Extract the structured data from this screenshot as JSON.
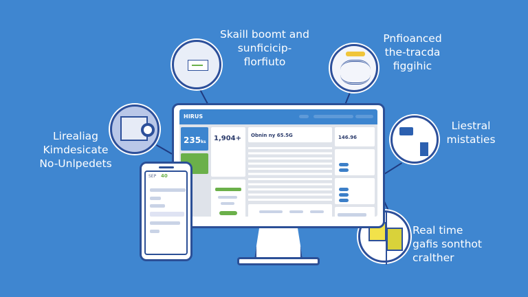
{
  "callouts": {
    "top_center": "Skaill boomt and\nsunficicip-\nflorfiuto",
    "top_right": "Pnfioanced\nthe-tracda\nfiggihic",
    "left": "Lirealiag\nKimdesicate\nNo-Unlpedets",
    "right": "Liestral\nmistaties",
    "bottom_right": "Real time\ngafis sonthot\ncralther"
  },
  "dashboard": {
    "logo": "HIRUS",
    "stat_blue": "235",
    "stat_blue_unit": "ks",
    "stat_total": "1,904+",
    "headline": "Obnin ny 65.5G",
    "stat_right": "146.96"
  },
  "phone": {
    "header": "SEP",
    "badge": "40"
  },
  "colors": {
    "background": "#3f86d0",
    "accent_blue": "#3c85cf",
    "accent_green": "#6bb04a",
    "outline": "#2b4f96"
  }
}
